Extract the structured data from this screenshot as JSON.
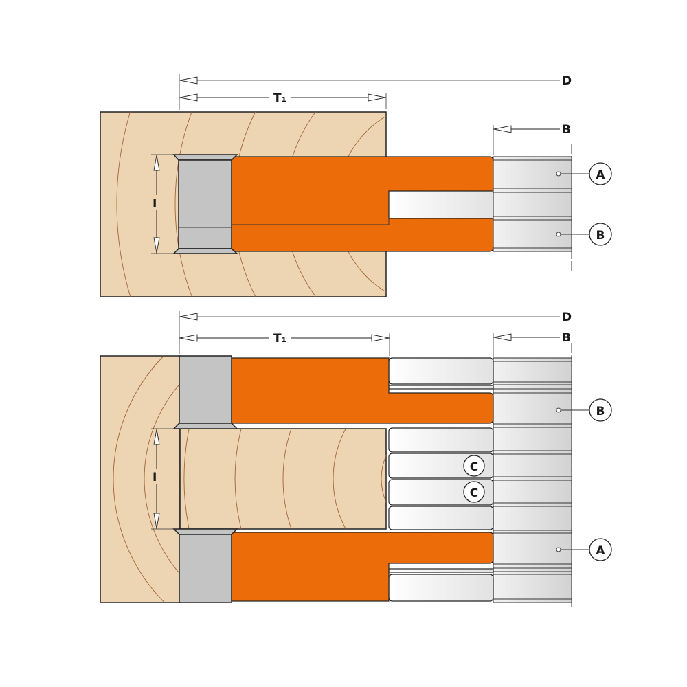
{
  "top": {
    "dim_d": "D",
    "dim_t1": "T₁",
    "dim_b": "B",
    "dim_i": "I",
    "callout_upper": "A",
    "callout_lower": "B"
  },
  "bottom": {
    "dim_d": "D",
    "dim_t1": "T₁",
    "dim_b": "B",
    "dim_i": "I",
    "callout_upper": "B",
    "callout_spacer_1": "C",
    "callout_spacer_2": "C",
    "callout_lower": "A"
  },
  "colors": {
    "cutter": "#ec6c0a",
    "wood": "#edd4b2",
    "bearing": "#c4c4c4"
  }
}
